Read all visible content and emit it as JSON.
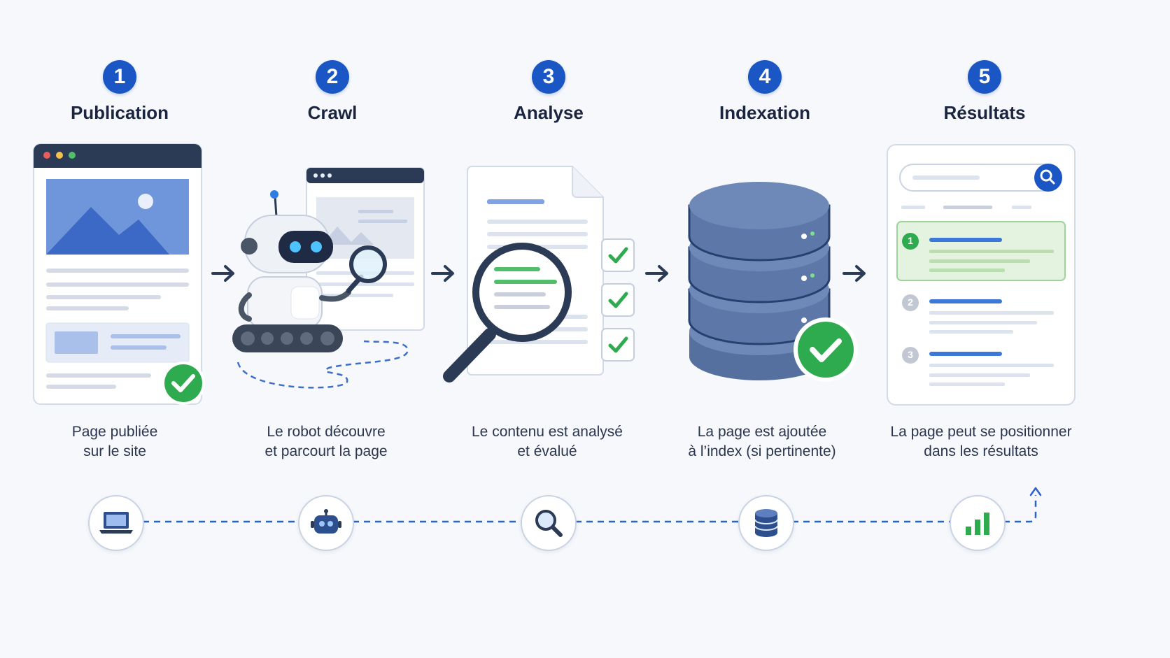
{
  "steps": [
    {
      "num": "1",
      "title": "Publication",
      "caption_line1": "Page publiée",
      "caption_line2": "sur le site",
      "icon": "laptop-icon"
    },
    {
      "num": "2",
      "title": "Crawl",
      "caption_line1": "Le robot découvre",
      "caption_line2": "et parcourt la page",
      "icon": "robot-icon"
    },
    {
      "num": "3",
      "title": "Analyse",
      "caption_line1": "Le contenu est analysé",
      "caption_line2": "et évalué",
      "icon": "search-icon"
    },
    {
      "num": "4",
      "title": "Indexation",
      "caption_line1": "La page est ajoutée",
      "caption_line2": "à l’index (si pertinente)",
      "icon": "database-icon"
    },
    {
      "num": "5",
      "title": "Résultats",
      "caption_line1": "La page peut se positionner",
      "caption_line2": "dans les résultats",
      "icon": "bar-chart-icon"
    }
  ],
  "results": {
    "ranks": [
      "1",
      "2",
      "3"
    ]
  },
  "colors": {
    "primary": "#1a56c4",
    "success": "#2fab4f",
    "navy": "#2b3a55",
    "db": "#5d78a8"
  }
}
